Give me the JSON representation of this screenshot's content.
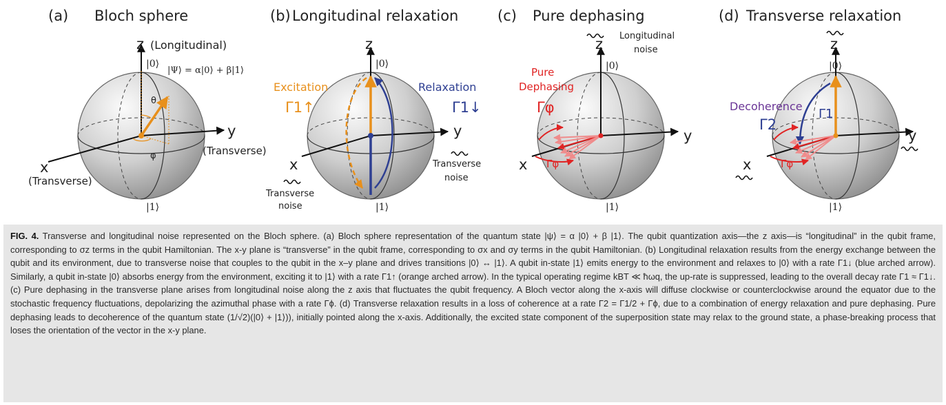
{
  "panels": [
    {
      "tag": "(a)",
      "title": "Bloch sphere"
    },
    {
      "tag": "(b)",
      "title": "Longitudinal relaxation"
    },
    {
      "tag": "(c)",
      "title": "Pure dephasing"
    },
    {
      "tag": "(d)",
      "title": "Transverse relaxation"
    }
  ],
  "axis_labels": {
    "z": "z",
    "x": "x",
    "y": "y",
    "ket0": "|0⟩",
    "ket1": "|1⟩"
  },
  "panel_a": {
    "z_note": "(Longitudinal)",
    "x_note": "(Transverse)",
    "y_note": "(Transverse)",
    "state": "|Ψ⟩ = α|0⟩ + β|1⟩",
    "theta": "θ",
    "phi": "φ"
  },
  "panel_b": {
    "excitation": "Excitation",
    "excitation_rate": "Γ1↑",
    "relaxation": "Relaxation",
    "relaxation_rate": "Γ1↓",
    "noise_x": [
      "Transverse",
      "noise"
    ],
    "noise_y": [
      "Transverse",
      "noise"
    ]
  },
  "panel_c": {
    "label_lines": [
      "Pure",
      "Dephasing"
    ],
    "rate": "Γφ",
    "small_rate": "Γφ",
    "noise": [
      "Longitudinal",
      "noise"
    ]
  },
  "panel_d": {
    "label": "Decoherence",
    "rate": "Γ2",
    "relax_rate": "Γ1",
    "small_rate": "Γφ"
  },
  "colors": {
    "orange": "#e8901c",
    "blue": "#2e3f92",
    "red": "#e02424",
    "purple": "#6a3596",
    "axis": "#111111"
  },
  "caption": {
    "fig_label": "FIG. 4.",
    "text": " Transverse and longitudinal noise represented on the Bloch sphere. (a) Bloch sphere representation of the quantum state |ψ⟩ = α |0⟩ + β |1⟩. The qubit quantization axis—the z axis—is “longitudinal” in the qubit frame, corresponding to σz terms in the qubit Hamiltonian. The x-y plane is “transverse” in the qubit frame, corresponding to σx and σy terms in the qubit Hamiltonian. (b) Longitudinal relaxation results from the energy exchange between the qubit and its environment, due to transverse noise that couples to the qubit in the x–y plane and drives transitions |0⟩ ↔ |1⟩. A qubit in-state |1⟩ emits energy to the environment and relaxes to |0⟩ with a rate Γ1↓ (blue arched arrow). Similarly, a qubit in-state |0⟩ absorbs energy from the environment, exciting it to |1⟩ with a rate Γ1↑ (orange arched arrow). In the typical operating regime kBT ≪ ħωq, the up-rate is suppressed, leading to the overall decay rate Γ1 ≈ Γ1↓. (c) Pure dephasing in the transverse plane arises from longitudinal noise along the z axis that fluctuates the qubit frequency. A Bloch vector along the x-axis will diffuse clockwise or counterclockwise around the equator due to the stochastic frequency fluctuations, depolarizing the azimuthal phase with a rate Γϕ. (d) Transverse relaxation results in a loss of coherence at a rate Γ2 = Γ1/2 + Γϕ, due to a combination of energy relaxation and pure dephasing. Pure dephasing leads to decoherence of the quantum state (1/√2)(|0⟩ + |1⟩)), initially pointed along the x-axis. Additionally, the excited state component of the superposition state may relax to the ground state, a phase-breaking process that loses the orientation of the vector in the x-y plane."
  }
}
